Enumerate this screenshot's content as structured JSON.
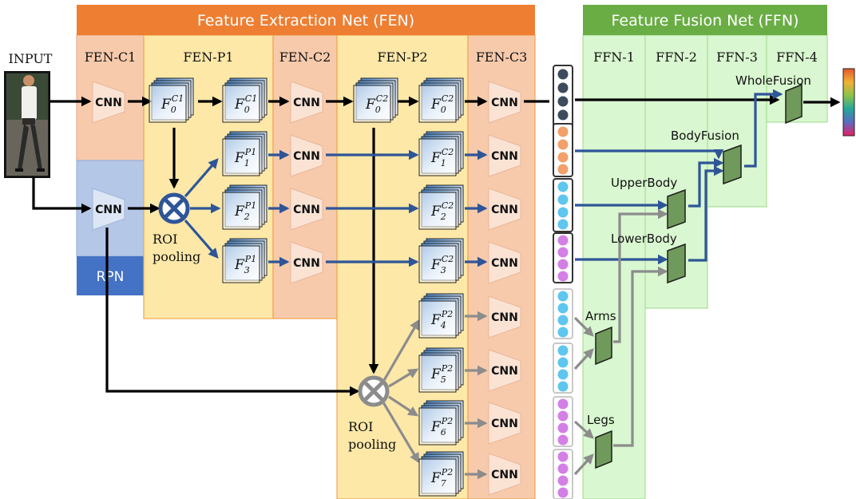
{
  "input_label": "INPUT",
  "fen_title": "Feature Extraction Net (FEN)",
  "ffn_title": "Feature Fusion Net (FFN)",
  "fen_columns": [
    "FEN-C1",
    "FEN-P1",
    "FEN-C2",
    "FEN-P2",
    "FEN-C3"
  ],
  "ffn_columns": [
    "FFN-1",
    "FFN-2",
    "FFN-3",
    "FFN-4"
  ],
  "rpn_label": "RPN",
  "cnn_label": "CNN",
  "roi_pool_line1": "ROI",
  "roi_pool_line2": "pooling",
  "fusion_labels": {
    "whole": "WholeFusion",
    "body": "BodyFusion",
    "upper": "UpperBody",
    "lower": "LowerBody",
    "arms": "Arms",
    "legs": "Legs"
  },
  "feature_maps": {
    "c1_a": {
      "base": "F",
      "sub": "0",
      "sup": "C1"
    },
    "c1_b": {
      "base": "F",
      "sub": "0",
      "sup": "C1"
    },
    "p1_1": {
      "base": "F",
      "sub": "1",
      "sup": "P1"
    },
    "p1_2": {
      "base": "F",
      "sub": "2",
      "sup": "P1"
    },
    "p1_3": {
      "base": "F",
      "sub": "3",
      "sup": "P1"
    },
    "c2_a": {
      "base": "F",
      "sub": "0",
      "sup": "C2"
    },
    "c2_b": {
      "base": "F",
      "sub": "0",
      "sup": "C2"
    },
    "c2_1": {
      "base": "F",
      "sub": "1",
      "sup": "C2"
    },
    "c2_2": {
      "base": "F",
      "sub": "2",
      "sup": "C2"
    },
    "c2_3": {
      "base": "F",
      "sub": "3",
      "sup": "C2"
    },
    "p2_4": {
      "base": "F",
      "sub": "4",
      "sup": "P2"
    },
    "p2_5": {
      "base": "F",
      "sub": "5",
      "sup": "P2"
    },
    "p2_6": {
      "base": "F",
      "sub": "6",
      "sup": "P2"
    },
    "p2_7": {
      "base": "F",
      "sub": "7",
      "sup": "P2"
    }
  },
  "colors": {
    "fen_header": "#ee7e32",
    "ffn_header": "#6aad45",
    "fen_conv_bg": "#f7caac",
    "fen_pool_bg": "#fde8a8",
    "ffn_bg": "#d9f7d0",
    "rpn_light": "#b4c7e7",
    "rpn_dark": "#4472c4",
    "arrow_black": "#000000",
    "arrow_blue": "#2e5597",
    "arrow_gray": "#8c8c8c",
    "fusion_green": "#6f9a5b",
    "dot_dark": "#3d4b5c",
    "dot_orange": "#f4a06a",
    "dot_cyan": "#5ec6ef",
    "dot_purple": "#d47fe6"
  }
}
